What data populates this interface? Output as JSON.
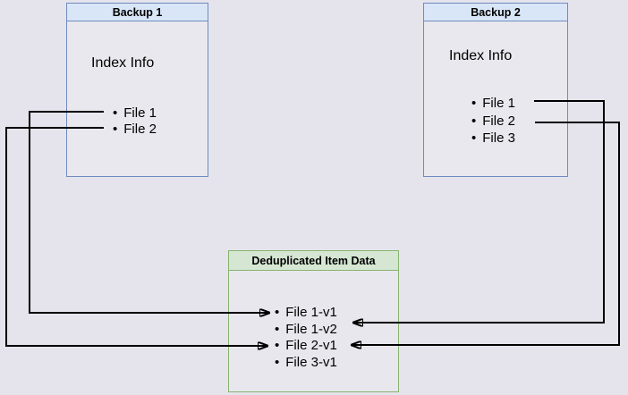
{
  "canvas": {
    "background": "#e5e4ec"
  },
  "backup1": {
    "title": "Backup 1",
    "section_label": "Index Info",
    "files": [
      "File 1",
      "File 2"
    ]
  },
  "backup2": {
    "title": "Backup 2",
    "section_label": "Index Info",
    "files": [
      "File 1",
      "File 2",
      "File 3"
    ]
  },
  "dedup": {
    "title": "Deduplicated Item Data",
    "items": [
      "File 1-v1",
      "File 1-v2",
      "File 2-v1",
      "File 3-v1"
    ]
  },
  "connections": [
    {
      "from": "Backup 1 / File 1",
      "to": "File 1-v1"
    },
    {
      "from": "Backup 1 / File 2",
      "to": "File 2-v1"
    },
    {
      "from": "Backup 2 / File 1",
      "to": "File 1-v2"
    },
    {
      "from": "Backup 2 / File 2",
      "to": "File 2-v1"
    }
  ],
  "colors": {
    "box_blue_fill": "#d9e6f8",
    "box_blue_border": "#6f8cbf",
    "box_green_fill": "#d5e6d3",
    "box_green_border": "#87b46f",
    "arrow": "#000000"
  }
}
